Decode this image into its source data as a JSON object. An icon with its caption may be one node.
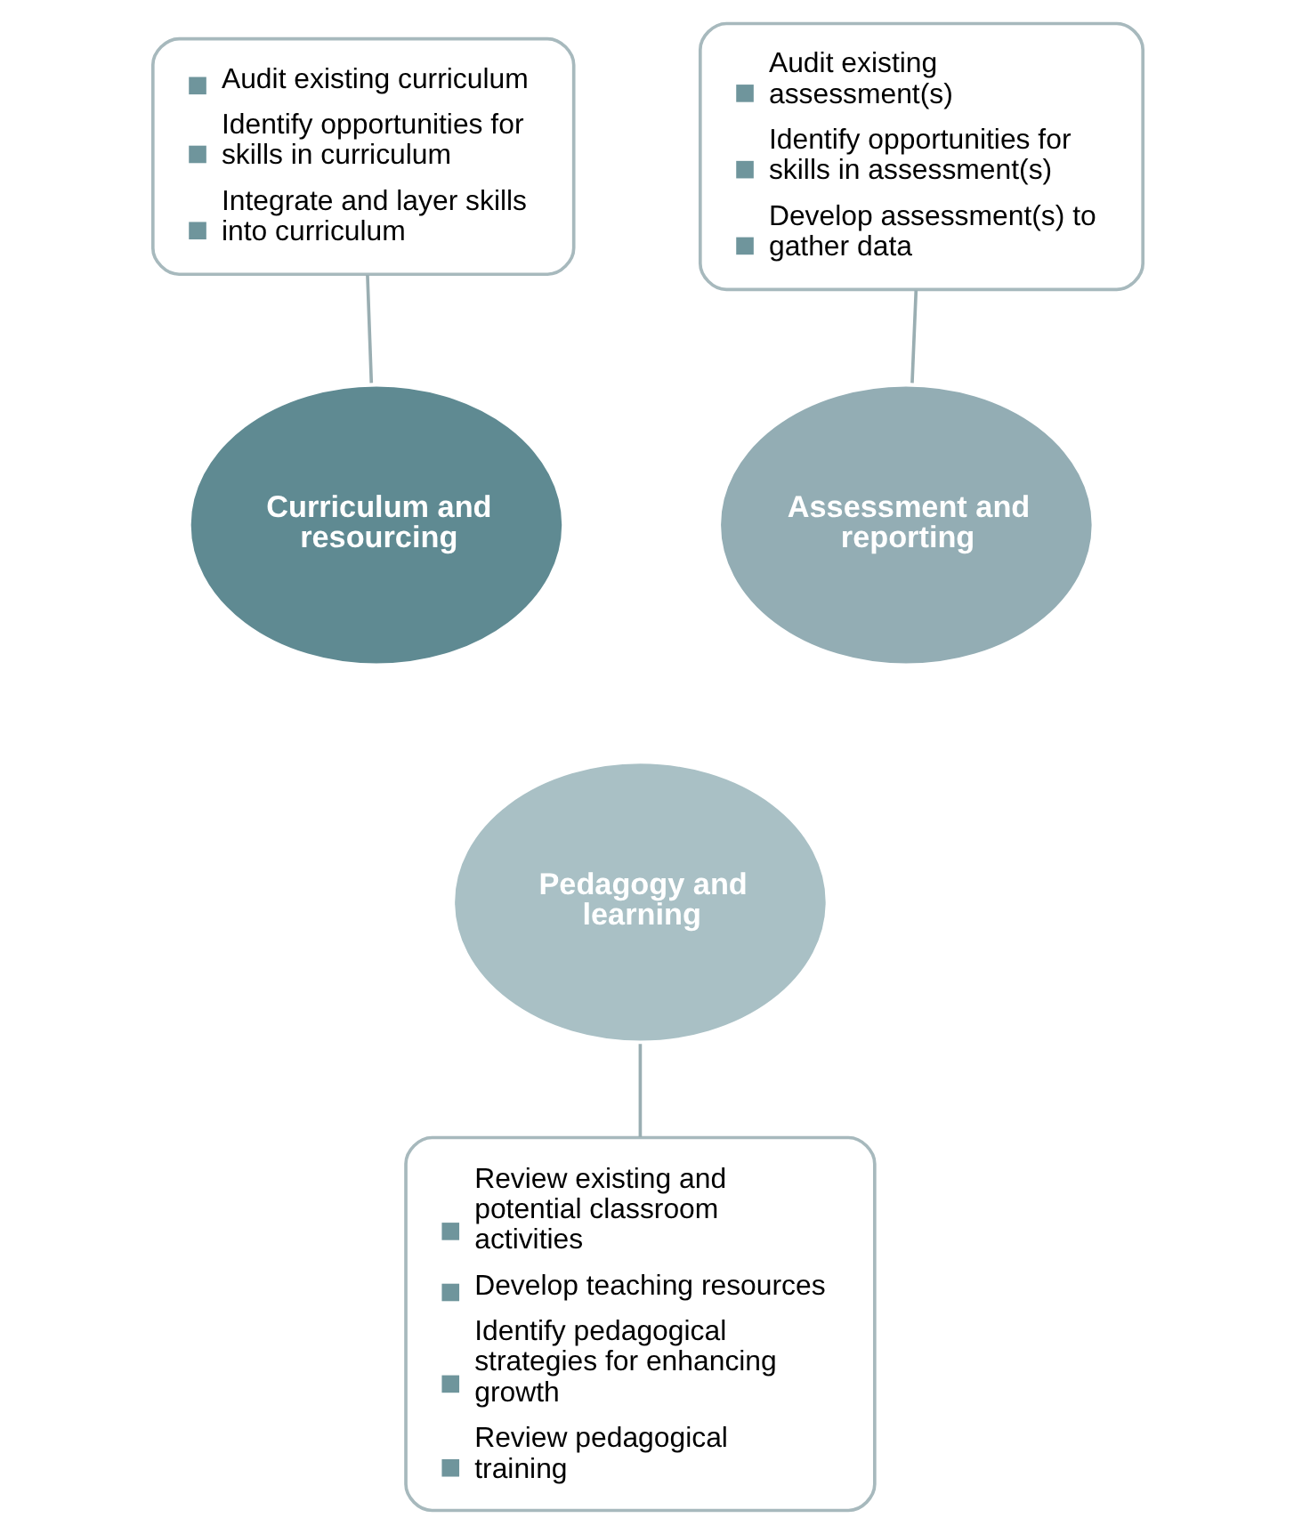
{
  "diagram": {
    "nodes": [
      {
        "text": [
          "Audit existing curriculum",
          "Identify opportunities for skills in curriculum",
          "Integrate and layer skills into curriculum"
        ]
      },
      {
        "text": [
          "Audit existing assessment(s)",
          "Identify opportunities for skills in assessment(s)",
          "Develop assessment(s) to gather data"
        ]
      },
      {
        "text": [
          "Curriculum and resourcing"
        ]
      },
      {
        "text": [
          "Assessment and reporting"
        ]
      },
      {
        "text": [
          "Pedagogy and learning"
        ]
      },
      {
        "text": [
          "Review existing and potential classroom activities",
          "Develop teaching resources",
          "Identify pedagogical strategies for enhancing growth",
          "Review pedagogical training"
        ]
      }
    ],
    "edges": [
      {
        "from": 0,
        "to": 2,
        "arrow": "none"
      },
      {
        "from": 1,
        "to": 3,
        "arrow": "none"
      },
      {
        "from": 4,
        "to": 5,
        "arrow": "none"
      }
    ]
  }
}
